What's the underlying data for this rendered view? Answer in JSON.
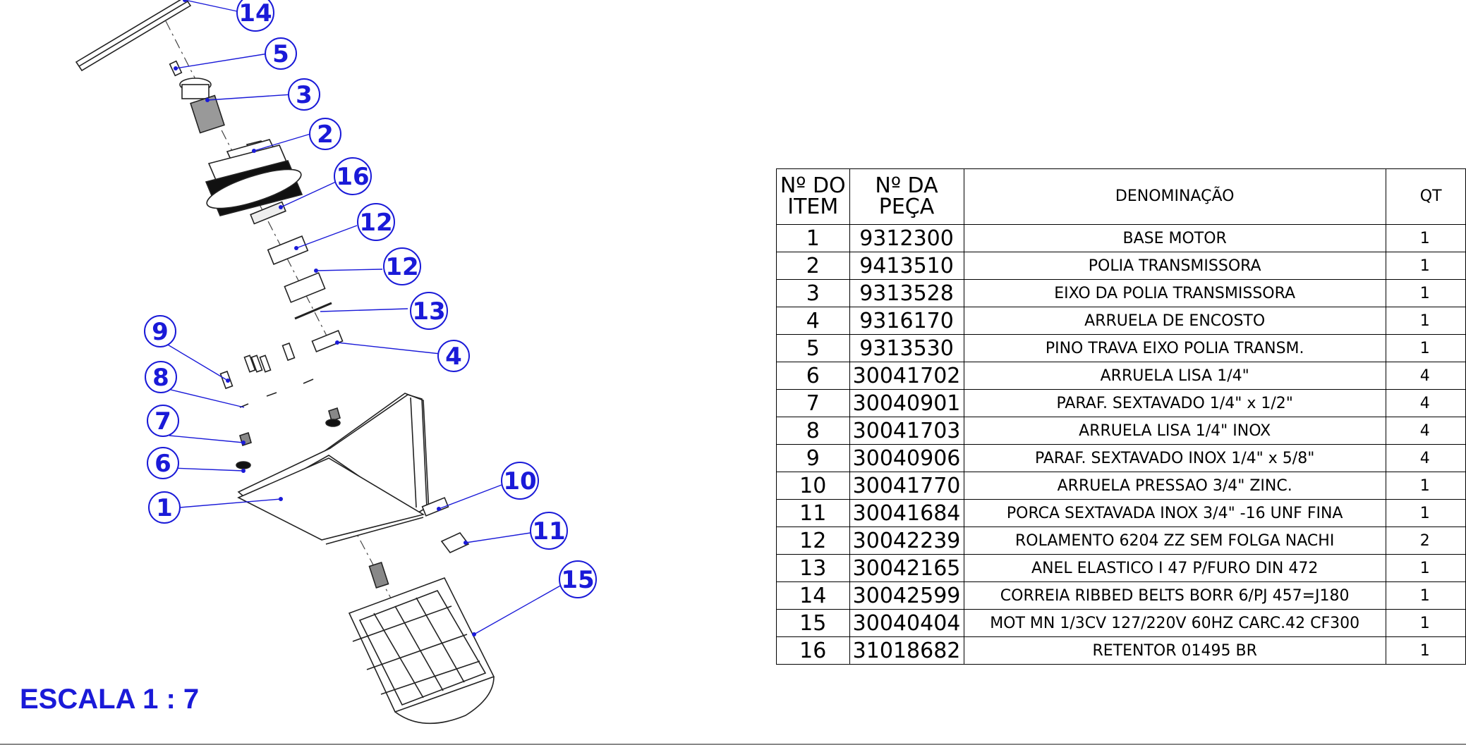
{
  "balloons": [
    {
      "label": "14"
    },
    {
      "label": "5"
    },
    {
      "label": "3"
    },
    {
      "label": "2"
    },
    {
      "label": "16"
    },
    {
      "label": "12"
    },
    {
      "label": "12"
    },
    {
      "label": "13"
    },
    {
      "label": "4"
    },
    {
      "label": "9"
    },
    {
      "label": "8"
    },
    {
      "label": "7"
    },
    {
      "label": "6"
    },
    {
      "label": "1"
    },
    {
      "label": "10"
    },
    {
      "label": "11"
    },
    {
      "label": "15"
    }
  ],
  "scale": "ESCALA 1 : 7",
  "bom": {
    "headers": [
      "Nº DO ITEM",
      "Nº DA PEÇA",
      "DENOMINAÇÃO",
      "QT"
    ],
    "rows": [
      {
        "item": "1",
        "part": "9312300",
        "name": "BASE MOTOR",
        "qty": "1"
      },
      {
        "item": "2",
        "part": "9413510",
        "name": "POLIA TRANSMISSORA",
        "qty": "1"
      },
      {
        "item": "3",
        "part": "9313528",
        "name": "EIXO DA POLIA TRANSMISSORA",
        "qty": "1"
      },
      {
        "item": "4",
        "part": "9316170",
        "name": "ARRUELA DE ENCOSTO",
        "qty": "1"
      },
      {
        "item": "5",
        "part": "9313530",
        "name": "PINO TRAVA EIXO POLIA TRANSM.",
        "qty": "1"
      },
      {
        "item": "6",
        "part": "30041702",
        "name": "ARRUELA LISA 1/4\"",
        "qty": "4"
      },
      {
        "item": "7",
        "part": "30040901",
        "name": "PARAF. SEXTAVADO 1/4\" x 1/2\"",
        "qty": "4"
      },
      {
        "item": "8",
        "part": "30041703",
        "name": "ARRUELA LISA 1/4\" INOX",
        "qty": "4"
      },
      {
        "item": "9",
        "part": "30040906",
        "name": "PARAF. SEXTAVADO INOX 1/4\" x 5/8\"",
        "qty": "4"
      },
      {
        "item": "10",
        "part": "30041770",
        "name": "ARRUELA PRESSAO 3/4\" ZINC.",
        "qty": "1"
      },
      {
        "item": "11",
        "part": "30041684",
        "name": "PORCA SEXTAVADA INOX 3/4\" -16 UNF FINA",
        "qty": "1"
      },
      {
        "item": "12",
        "part": "30042239",
        "name": "ROLAMENTO 6204 ZZ SEM FOLGA NACHI",
        "qty": "2"
      },
      {
        "item": "13",
        "part": "30042165",
        "name": "ANEL ELASTICO I 47 P/FURO DIN 472",
        "qty": "1"
      },
      {
        "item": "14",
        "part": "30042599",
        "name": "CORREIA RIBBED BELTS BORR 6/PJ 457=J180",
        "qty": "1"
      },
      {
        "item": "15",
        "part": "30040404",
        "name": "MOT MN 1/3CV 127/220V 60HZ CARC.42 CF300",
        "qty": "1"
      },
      {
        "item": "16",
        "part": "31018682",
        "name": "RETENTOR 01495 BR",
        "qty": "1"
      }
    ]
  }
}
